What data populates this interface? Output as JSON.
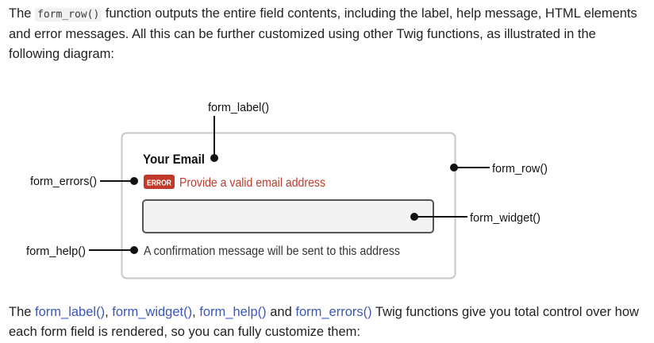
{
  "intro": {
    "prefix": "The ",
    "code": "form_row()",
    "suffix": " function outputs the entire field contents, including the label, help message, HTML elements and error messages. All this can be further customized using other Twig functions, as illustrated in the following diagram:"
  },
  "diagram": {
    "annotations": {
      "form_label": "form_label()",
      "form_row": "form_row()",
      "form_errors": "form_errors()",
      "form_widget": "form_widget()",
      "form_help": "form_help()"
    },
    "field": {
      "label": "Your Email",
      "error_badge": "ERROR",
      "error_message": "Provide a valid email address",
      "help_message": "A confirmation message will be sent to this address"
    },
    "colors": {
      "error": "#c0392b",
      "badge_bg": "#c0392b",
      "box_border": "#c8c8c8",
      "input_bg": "#f3f3f3",
      "input_border": "#555555",
      "connector": "#111111"
    }
  },
  "outro": {
    "prefix": "The ",
    "links": [
      "form_label()",
      "form_widget()",
      "form_help()",
      "form_errors()"
    ],
    "sep1": ", ",
    "sep2": ", ",
    "sep3": " and ",
    "suffix": " Twig functions give you total control over how each form field is rendered, so you can fully customize them:"
  }
}
